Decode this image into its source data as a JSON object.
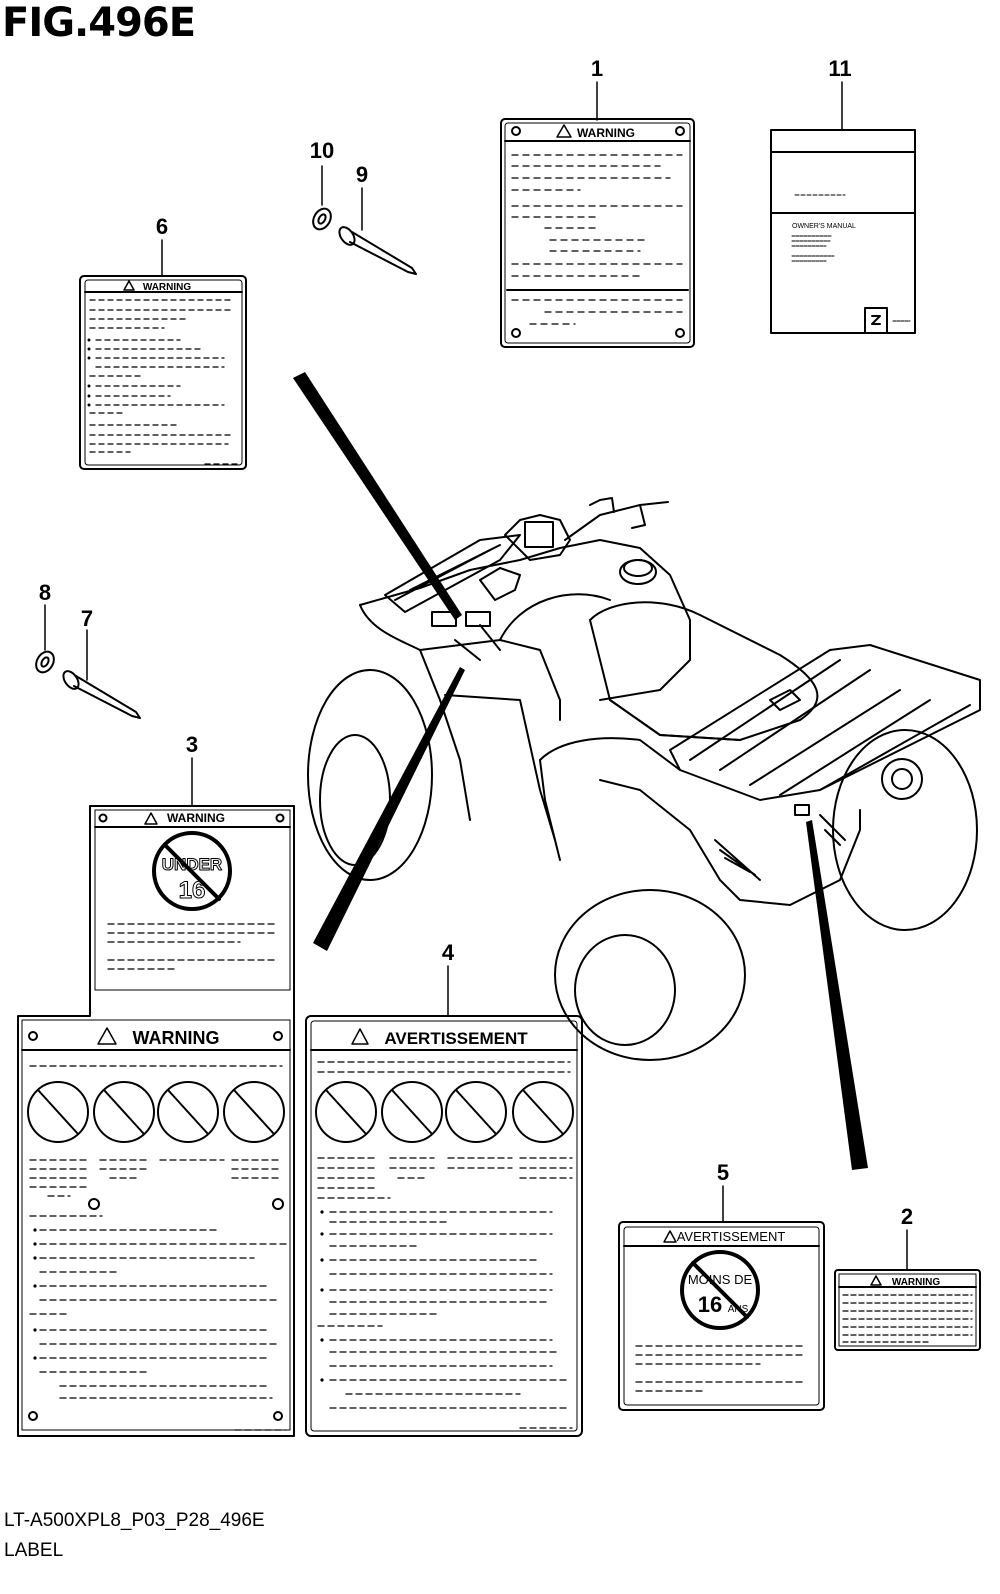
{
  "figure": {
    "title": "FIG.496E",
    "code": "LT-A500XPL8_P03_P28_496E",
    "name": "LABEL"
  },
  "callouts": [
    "1",
    "2",
    "3",
    "4",
    "5",
    "6",
    "7",
    "8",
    "9",
    "10",
    "11"
  ],
  "labels": {
    "warning": "WARNING",
    "avertissement": "AVERTISSEMENT",
    "under": "UNDER",
    "age": "16",
    "moins_de": "MOINS DE",
    "ans": "ANS",
    "owners_manual": "OWNER'S MANUAL"
  },
  "colors": {
    "ink": "#000000",
    "paper": "#ffffff"
  }
}
